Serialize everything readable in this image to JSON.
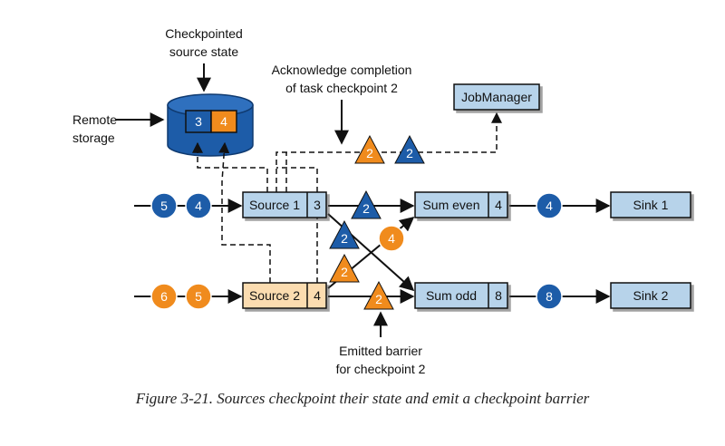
{
  "labels": {
    "checkpointed_state_line1": "Checkpointed",
    "checkpointed_state_line2": "source state",
    "remote_storage_line1": "Remote",
    "remote_storage_line2": "storage",
    "ack_line1": "Acknowledge completion",
    "ack_line2": "of task checkpoint 2",
    "emitted_line1": "Emitted barrier",
    "emitted_line2": "for checkpoint 2"
  },
  "storage": {
    "slot_left": "3",
    "slot_right": "4"
  },
  "nodes": {
    "jobmanager": "JobManager",
    "source1": {
      "label": "Source 1",
      "state": "3"
    },
    "source2": {
      "label": "Source 2",
      "state": "4"
    },
    "sum_even": {
      "label": "Sum even",
      "state": "4"
    },
    "sum_odd": {
      "label": "Sum odd",
      "state": "8"
    },
    "sink1": "Sink 1",
    "sink2": "Sink 2"
  },
  "records": {
    "in1_a": "5",
    "in1_b": "4",
    "in2_a": "6",
    "in2_b": "5",
    "sumeven_out": "4",
    "sumodd_out": "8",
    "cross_orange": "4"
  },
  "barriers": {
    "ack_orange": "2",
    "ack_blue": "2",
    "s1_to_even": "2",
    "s1_to_odd": "2",
    "s2_to_even": "2",
    "s2_to_odd": "2"
  },
  "caption": "Figure 3-21. Sources checkpoint their state and emit a checkpoint barrier",
  "colors": {
    "blue_token": "#1d5ca8",
    "orange_token": "#f08b1d",
    "node_blue": "#b7d3ea",
    "node_orange": "#fbdcb0",
    "storage_blue": "#1d5ca8"
  }
}
